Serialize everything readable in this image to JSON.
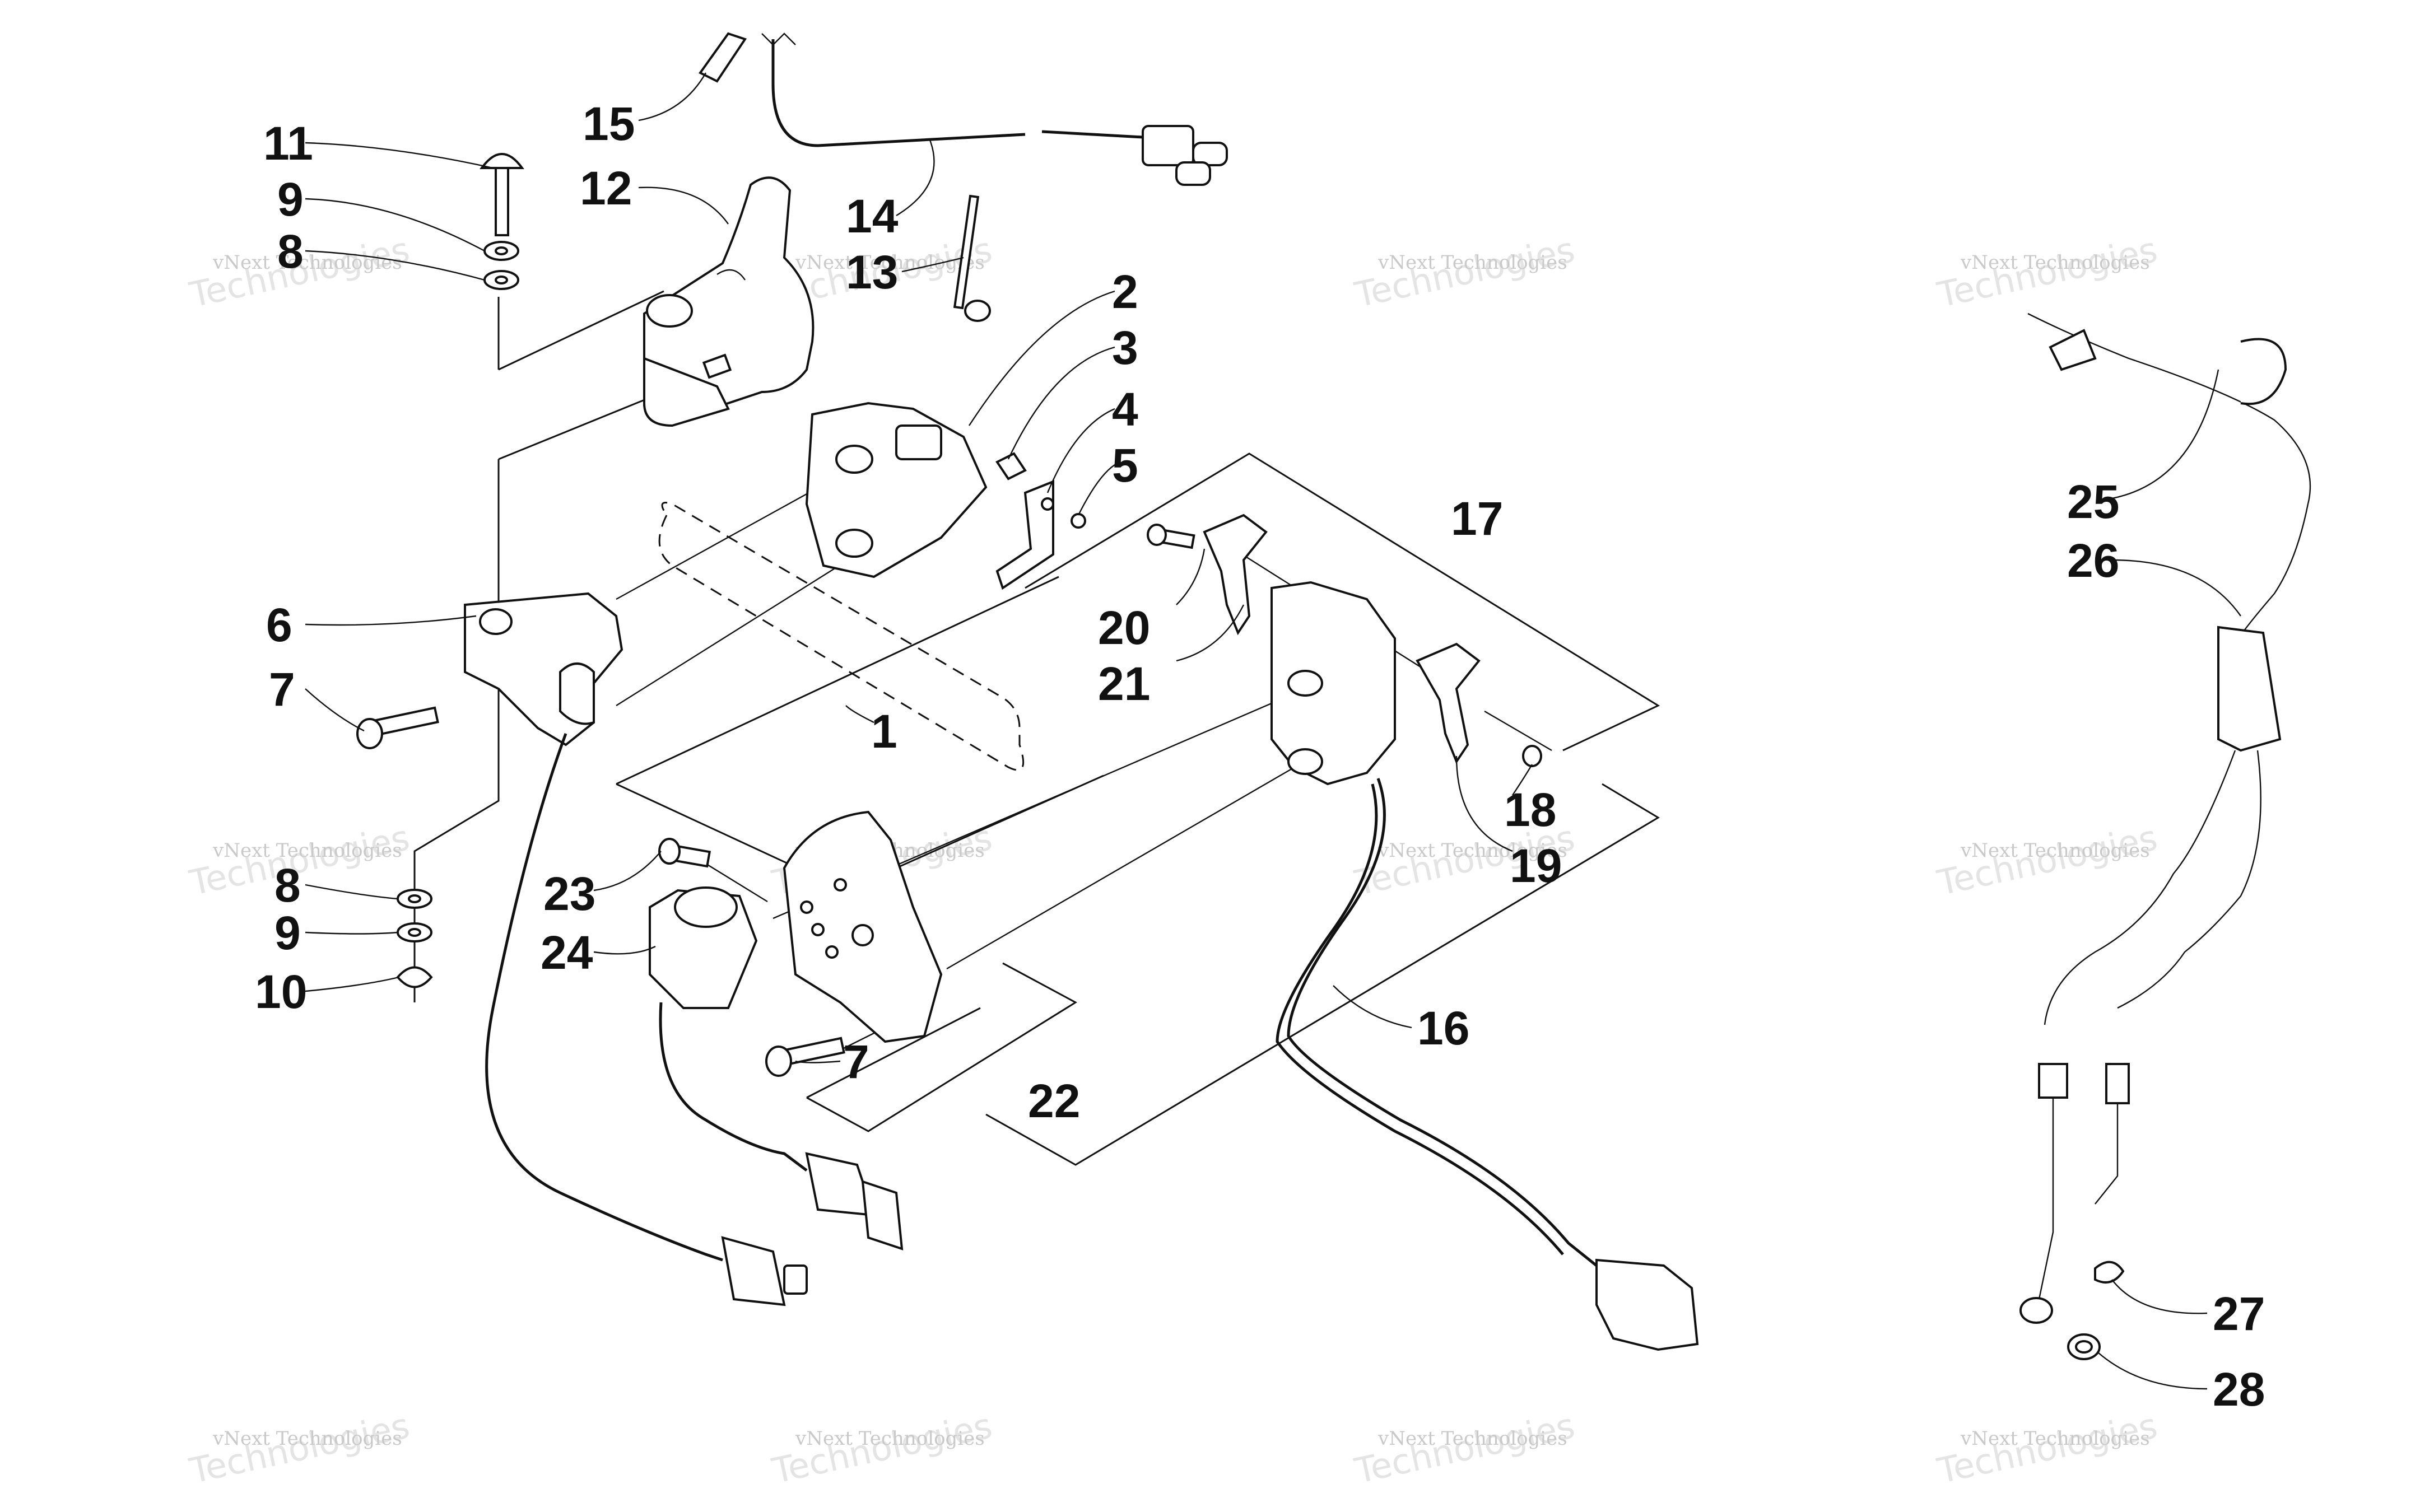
{
  "diagram": {
    "colors": {
      "ink": "#111111",
      "watermark": "#c9c9c9",
      "background": "#ffffff"
    },
    "watermark": {
      "line1": "vNext Technologies",
      "line2": "Technologies",
      "line3": "vNext"
    },
    "callouts": [
      {
        "id": "c11",
        "text": "11"
      },
      {
        "id": "c9a",
        "text": "9"
      },
      {
        "id": "c8a",
        "text": "8"
      },
      {
        "id": "c12",
        "text": "12"
      },
      {
        "id": "c15",
        "text": "15"
      },
      {
        "id": "c14",
        "text": "14"
      },
      {
        "id": "c13",
        "text": "13"
      },
      {
        "id": "c2",
        "text": "2"
      },
      {
        "id": "c3",
        "text": "3"
      },
      {
        "id": "c4",
        "text": "4"
      },
      {
        "id": "c5",
        "text": "5"
      },
      {
        "id": "c6",
        "text": "6"
      },
      {
        "id": "c7a",
        "text": "7"
      },
      {
        "id": "c1",
        "text": "1"
      },
      {
        "id": "c17",
        "text": "17"
      },
      {
        "id": "c20",
        "text": "20"
      },
      {
        "id": "c21",
        "text": "21"
      },
      {
        "id": "c18",
        "text": "18"
      },
      {
        "id": "c19",
        "text": "19"
      },
      {
        "id": "c8b",
        "text": "8"
      },
      {
        "id": "c9b",
        "text": "9"
      },
      {
        "id": "c10",
        "text": "10"
      },
      {
        "id": "c23",
        "text": "23"
      },
      {
        "id": "c24",
        "text": "24"
      },
      {
        "id": "c7b",
        "text": "7"
      },
      {
        "id": "c22",
        "text": "22"
      },
      {
        "id": "c16",
        "text": "16"
      },
      {
        "id": "c25",
        "text": "25"
      },
      {
        "id": "c26",
        "text": "26"
      },
      {
        "id": "c27",
        "text": "27"
      },
      {
        "id": "c28",
        "text": "28"
      }
    ]
  }
}
